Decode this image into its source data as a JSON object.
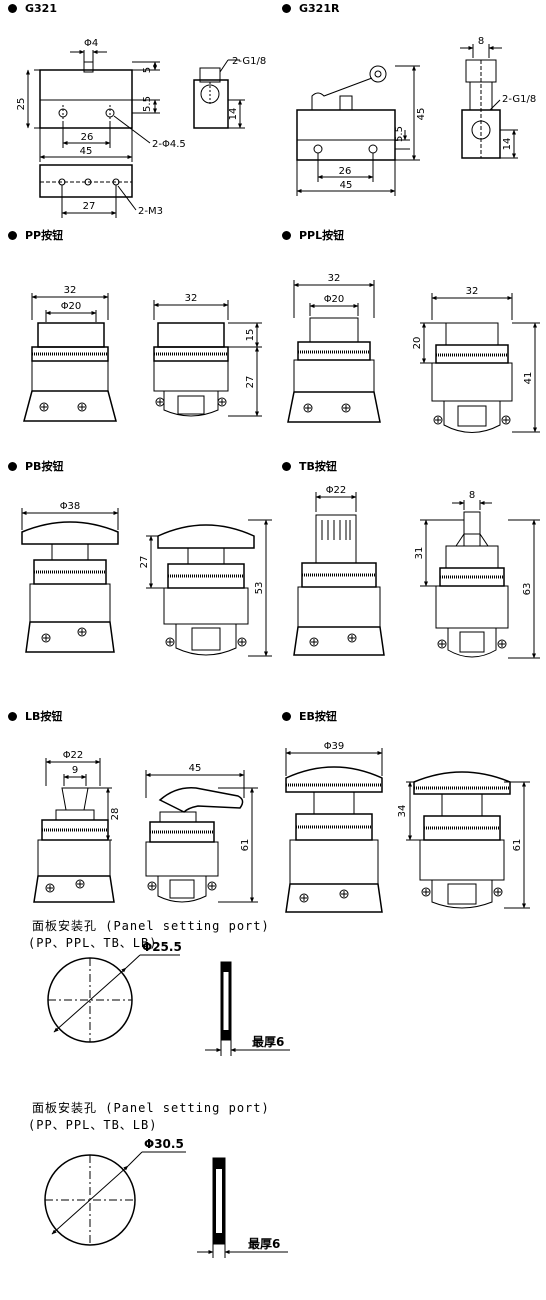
{
  "sections": {
    "g321": "G321",
    "g321r": "G321R",
    "pp": "PP按钮",
    "ppl": "PPL按钮",
    "pb": "PB按钮",
    "tb": "TB按钮",
    "lb": "LB按钮",
    "eb": "EB按钮"
  },
  "dims": {
    "g321": {
      "d4": "Φ4",
      "g18": "2-G1/8",
      "h25": "25",
      "h5": "5",
      "h55": "5.5",
      "h14": "14",
      "w26": "26",
      "w45": "45",
      "hole": "2-Φ4.5",
      "w27": "27",
      "m3": "2-M3"
    },
    "g321r": {
      "w8": "8",
      "g18": "2-G1/8",
      "h45": "45",
      "h55": "5.5",
      "h14": "14",
      "w26": "26",
      "w45": "45"
    },
    "pp": {
      "w32a": "32",
      "d20": "Φ20",
      "w32b": "32",
      "h15": "15",
      "h27": "27"
    },
    "ppl": {
      "w32a": "32",
      "d20": "Φ20",
      "w32b": "32",
      "h20": "20",
      "h41": "41"
    },
    "pb": {
      "d38": "Φ38",
      "h27": "27",
      "h53": "53"
    },
    "tb": {
      "d22": "Φ22",
      "w8": "8",
      "h31": "31",
      "h63": "63"
    },
    "lb": {
      "d22": "Φ22",
      "w9": "9",
      "h28": "28",
      "w45": "45",
      "h61": "61"
    },
    "eb": {
      "d39": "Φ39",
      "h34": "34",
      "h61": "61"
    }
  },
  "panel1": {
    "title": "面板安装孔 (Panel setting port)",
    "models": "(PP、PPL、TB、LB)",
    "diameter": "Φ25.5",
    "thickness": "最厚6"
  },
  "panel2": {
    "title": "面板安装孔 (Panel setting port)",
    "models": "(PP、PPL、TB、LB)",
    "diameter": "Φ30.5",
    "thickness": "最厚6"
  }
}
